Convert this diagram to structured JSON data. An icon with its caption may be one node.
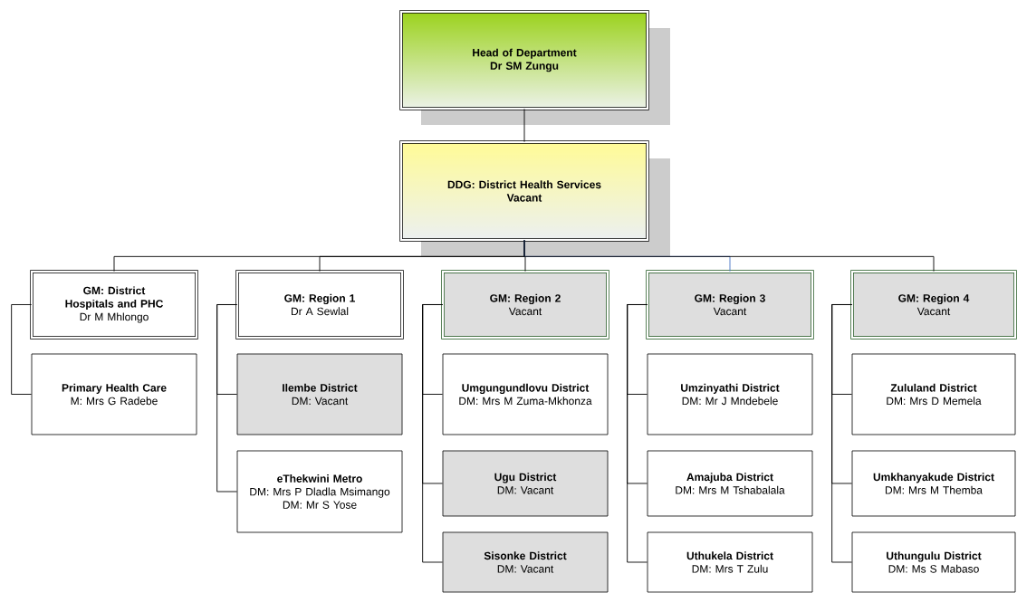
{
  "diagram": {
    "nodes": [
      {
        "text": [
          "Head of Department",
          "Dr SM Zungu"
        ]
      },
      {
        "text": [
          "DDG: District Health Services",
          "Vacant"
        ]
      },
      {
        "text": [
          "GM: District Hospitals and PHC",
          "Dr M Mhlongo"
        ]
      },
      {
        "text": [
          "Primary Health Care",
          "M: Mrs G Radebe"
        ]
      },
      {
        "text": [
          "GM: Region 1",
          "Dr A Sewlal"
        ]
      },
      {
        "text": [
          "Ilembe District",
          "DM: Vacant"
        ]
      },
      {
        "text": [
          "eThekwini Metro",
          "DM: Mrs P Dladla Msimango",
          "DM: Mr S Yose"
        ]
      },
      {
        "text": [
          "GM: Region 2",
          "Vacant"
        ]
      },
      {
        "text": [
          "Umgungundlovu District",
          "DM: Mrs M Zuma-Mkhonza"
        ]
      },
      {
        "text": [
          "Ugu District",
          "DM: Vacant"
        ]
      },
      {
        "text": [
          "Sisonke District",
          "DM: Vacant"
        ]
      },
      {
        "text": [
          "GM: Region 3",
          "Vacant"
        ]
      },
      {
        "text": [
          "Umzinyathi District",
          "DM: Mr J Mndebele"
        ]
      },
      {
        "text": [
          "Amajuba District",
          "DM: Mrs M Tshabalala"
        ]
      },
      {
        "text": [
          "Uthukela District",
          "DM: Mrs T Zulu"
        ]
      },
      {
        "text": [
          "GM: Region 4",
          "Vacant"
        ]
      },
      {
        "text": [
          "Zululand District",
          "DM: Mrs D Memela"
        ]
      },
      {
        "text": [
          "Umkhanyakude District",
          "DM: Mrs M Themba"
        ]
      },
      {
        "text": [
          "Uthungulu District",
          "DM: Ms S Mabaso"
        ]
      }
    ],
    "edges": [
      {
        "from": 0,
        "to": 1,
        "arrow": "none"
      },
      {
        "from": 1,
        "to": 2,
        "arrow": "none"
      },
      {
        "from": 1,
        "to": 4,
        "arrow": "none"
      },
      {
        "from": 1,
        "to": 7,
        "arrow": "none"
      },
      {
        "from": 1,
        "to": 11,
        "arrow": "none",
        "color": "#4472c4"
      },
      {
        "from": 1,
        "to": 15,
        "arrow": "none"
      },
      {
        "from": 2,
        "to": 3,
        "arrow": "none"
      },
      {
        "from": 4,
        "to": 5,
        "arrow": "none"
      },
      {
        "from": 4,
        "to": 6,
        "arrow": "none"
      },
      {
        "from": 7,
        "to": 8,
        "arrow": "none"
      },
      {
        "from": 7,
        "to": 9,
        "arrow": "none"
      },
      {
        "from": 7,
        "to": 10,
        "arrow": "none"
      },
      {
        "from": 11,
        "to": 12,
        "arrow": "none"
      },
      {
        "from": 11,
        "to": 13,
        "arrow": "none"
      },
      {
        "from": 11,
        "to": 14,
        "arrow": "none"
      },
      {
        "from": 15,
        "to": 16,
        "arrow": "none"
      },
      {
        "from": 15,
        "to": 17,
        "arrow": "none"
      },
      {
        "from": 15,
        "to": 18,
        "arrow": "none"
      }
    ]
  }
}
